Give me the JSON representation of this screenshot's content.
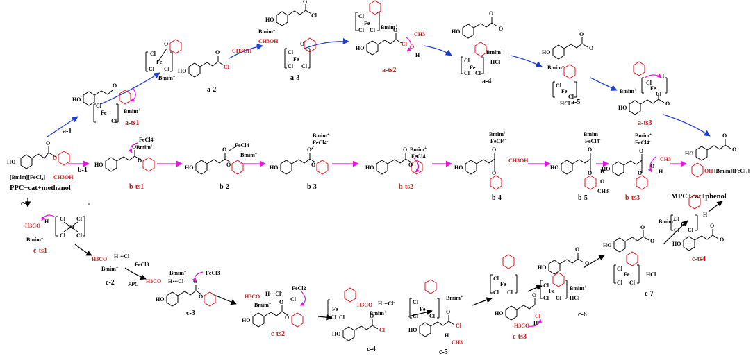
{
  "colors": {
    "path_a": "#1f3fcf",
    "path_b": "#e01ad6",
    "path_c": "#000000",
    "highlight": "#e8101a"
  },
  "reactants": {
    "catalyst": "[Bmim][FeCl",
    "catalyst_sub": "4",
    "catalyst_end": "]",
    "methanol": "CH3OH",
    "reaction": "PPC+cat+methanol"
  },
  "products": {
    "reaction": "MPC+cat+phenol",
    "phenol": "OH",
    "catalyst": "[Bmim][FeCl",
    "catalyst_sub": "4",
    "catalyst_end": "]"
  },
  "path_a": {
    "labels": [
      "a-1",
      "a-ts1",
      "a-2",
      "a-3",
      "a-ts2",
      "a-4",
      "a-5",
      "a-ts3"
    ]
  },
  "path_b": {
    "labels": [
      "b-1",
      "b-ts1",
      "b-2",
      "b-3",
      "b-ts2",
      "b-4",
      "b-5",
      "b-ts3"
    ]
  },
  "path_c": {
    "labels": [
      "c-1",
      "c-ts1",
      "c-2",
      "c-3",
      "c-ts2",
      "c-4",
      "c-5",
      "c-ts3",
      "c-6",
      "c-7",
      "c-ts4"
    ]
  },
  "species": {
    "bmim": "Bmim",
    "plus": "+",
    "hcl": "HCl",
    "ho": "HO",
    "cl": "Cl",
    "fe": "Fe",
    "o": "O",
    "h": "H",
    "ch3": "CH3",
    "ch3oh": "CH3OH",
    "h3co": "H3CO",
    "fecl4": "FeCl4",
    "fecl3": "FeCl3",
    "fecl2": "FeCl2",
    "ppc_arrow_label": "PPC",
    "minus": "-"
  }
}
